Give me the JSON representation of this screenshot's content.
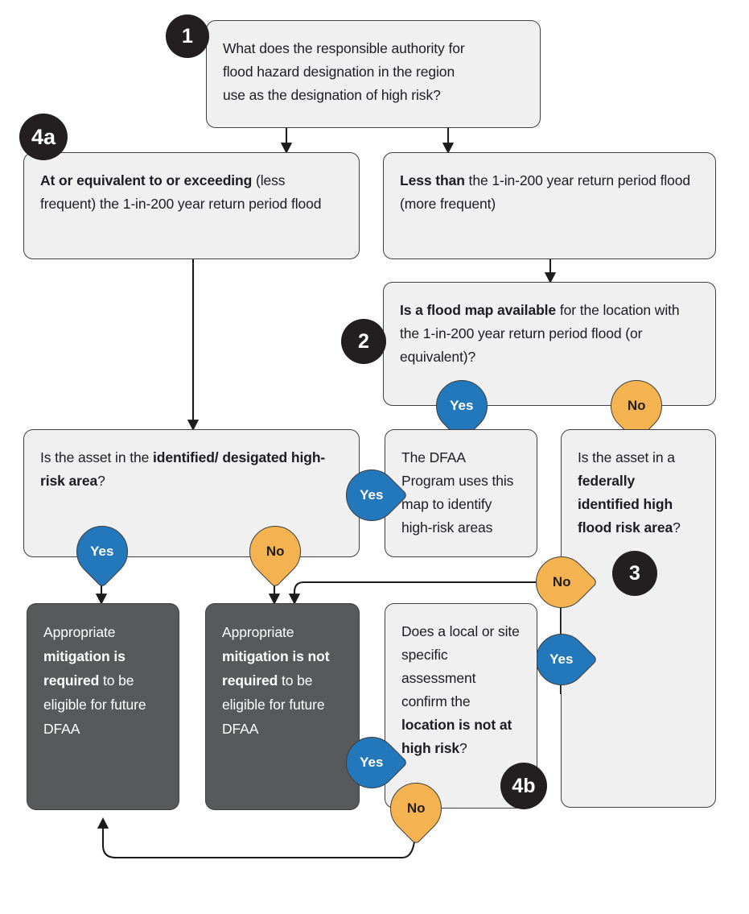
{
  "diagram": {
    "title": "DFAA flood high-risk designation decision flowchart",
    "colors": {
      "box_fill": "#f0f0f0",
      "box_stroke": "#3f3f3f",
      "dark_box_fill": "#58595b",
      "badge_black": "#231f20",
      "yes_blue": "#2278bb",
      "no_orange": "#f4b350",
      "text_dark": "#1c1c22",
      "text_light": "#ffffff"
    }
  },
  "step_badges": [
    {
      "id": "badge-1",
      "label": "1"
    },
    {
      "id": "badge-4a",
      "label": "4a"
    },
    {
      "id": "badge-2",
      "label": "2"
    },
    {
      "id": "badge-3",
      "label": "3"
    },
    {
      "id": "badge-4b",
      "label": "4b"
    }
  ],
  "nodes": {
    "q1": {
      "id": "node-q1",
      "text_plain": "What does the responsible authority for flood hazard designation in the region use as the designation of high risk?",
      "lines": [
        "What does the responsible authority for",
        "flood hazard designation in the region",
        "use as the designation of high risk?"
      ]
    },
    "at_or_exceeding": {
      "id": "node-at-or-exceeding",
      "text_plain": "At or equivalent to or exceeding (less frequent) the 1-in-200 year return period flood",
      "bold_prefix": "At or equivalent to or exceeding",
      "rest": " (less frequent) the 1-in-200 year return period flood"
    },
    "less_than": {
      "id": "node-less-than",
      "text_plain": "Less than the 1-in-200 year return period flood (more frequent)",
      "bold_prefix": "Less than",
      "rest": " the 1-in-200 year return period flood (more frequent)"
    },
    "q2_flood_map": {
      "id": "node-q2-flood-map",
      "text_plain": "Is a flood map available for the location with the 1-in-200 year return period flood (or equivalent)?",
      "bold_prefix": "Is a flood map available",
      "rest": " for the location with the 1-in-200 year return period flood (or equivalent)?"
    },
    "q_identified_area": {
      "id": "node-q-identified-area",
      "text_plain": "Is the asset in the identified/desigated high-risk area?",
      "prefix": "Is the asset in the ",
      "bold_mid": "identified/ desigated high-risk area",
      "suffix": "?"
    },
    "dfaa_uses_map": {
      "id": "node-dfaa-uses-map",
      "text_plain": "The DFAA Program uses this map to identify high-risk areas"
    },
    "q3_federal_area": {
      "id": "node-q3-federal-area",
      "text_plain": "Is the asset in a federally identified high flood risk area?",
      "prefix": "Is the asset in a ",
      "bold_mid": "federally identified high flood risk area",
      "suffix": "?"
    },
    "mitigation_required": {
      "id": "node-mitigation-required",
      "text_plain": "Appropriate mitigation is required to be eligible for future DFAA",
      "prefix": "Appropriate ",
      "bold_mid": "mitigation is required",
      "suffix": " to be eligible for future DFAA"
    },
    "mitigation_not_required": {
      "id": "node-mitigation-not-required",
      "text_plain": "Appropriate mitigation is not required to be eligible for future DFAA",
      "prefix": "Appropriate ",
      "bold_mid": "mitigation is not required",
      "suffix": " to be eligible for future DFAA"
    },
    "q4b_local_assessment": {
      "id": "node-q4b-local-assessment",
      "text_plain": "Does a local or site specific assessment confirm the location is not at high risk?",
      "prefix": "Does a local or site specific assessment confirm the ",
      "bold_mid": "location is not at high risk",
      "suffix": "?"
    }
  },
  "decision_badges": [
    {
      "id": "badge-q2-yes",
      "label": "Yes",
      "kind": "yes",
      "point": "down"
    },
    {
      "id": "badge-q2-no",
      "label": "No",
      "kind": "no",
      "point": "down"
    },
    {
      "id": "badge-identified-yes",
      "label": "Yes",
      "kind": "yes",
      "point": "down"
    },
    {
      "id": "badge-identified-no",
      "label": "No",
      "kind": "no",
      "point": "down"
    },
    {
      "id": "badge-map-to-area-yes",
      "label": "Yes",
      "kind": "yes",
      "point": "left"
    },
    {
      "id": "badge-q3-no",
      "label": "No",
      "kind": "no",
      "point": "left"
    },
    {
      "id": "badge-q3-yes",
      "label": "Yes",
      "kind": "yes",
      "point": "left"
    },
    {
      "id": "badge-q4b-yes",
      "label": "Yes",
      "kind": "yes",
      "point": "left"
    },
    {
      "id": "badge-q4b-no",
      "label": "No",
      "kind": "no",
      "point": "down"
    }
  ]
}
